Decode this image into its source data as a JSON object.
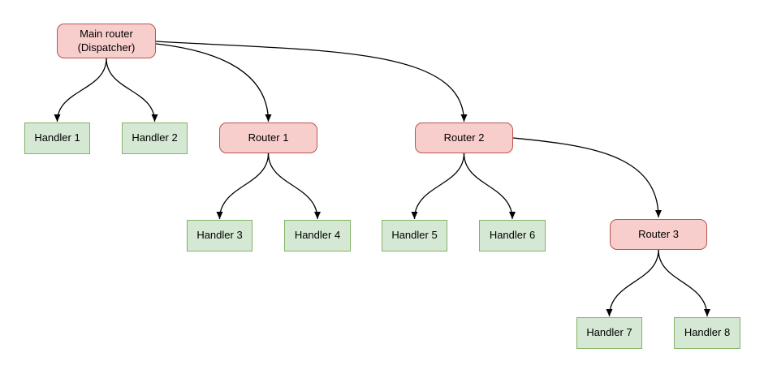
{
  "diagram": {
    "background": "#ffffff",
    "colors": {
      "background": "#ffffff",
      "router_fill": "#f8cecc",
      "router_border": "#b85450",
      "handler_fill": "#d5e8d4",
      "handler_border": "#82b366",
      "edge": "#000000"
    },
    "nodes": {
      "main_router": {
        "type": "router",
        "label_line1": "Main router",
        "label_line2": "(Dispatcher)"
      },
      "router1": {
        "type": "router",
        "label": "Router 1"
      },
      "router2": {
        "type": "router",
        "label": "Router 2"
      },
      "router3": {
        "type": "router",
        "label": "Router 3"
      },
      "handler1": {
        "type": "handler",
        "label": "Handler 1"
      },
      "handler2": {
        "type": "handler",
        "label": "Handler 2"
      },
      "handler3": {
        "type": "handler",
        "label": "Handler 3"
      },
      "handler4": {
        "type": "handler",
        "label": "Handler 4"
      },
      "handler5": {
        "type": "handler",
        "label": "Handler 5"
      },
      "handler6": {
        "type": "handler",
        "label": "Handler 6"
      },
      "handler7": {
        "type": "handler",
        "label": "Handler 7"
      },
      "handler8": {
        "type": "handler",
        "label": "Handler 8"
      }
    },
    "edges": [
      {
        "from": "main_router",
        "to": "handler1"
      },
      {
        "from": "main_router",
        "to": "handler2"
      },
      {
        "from": "main_router",
        "to": "router1"
      },
      {
        "from": "main_router",
        "to": "router2"
      },
      {
        "from": "router1",
        "to": "handler3"
      },
      {
        "from": "router1",
        "to": "handler4"
      },
      {
        "from": "router2",
        "to": "handler5"
      },
      {
        "from": "router2",
        "to": "handler6"
      },
      {
        "from": "router2",
        "to": "router3"
      },
      {
        "from": "router3",
        "to": "handler7"
      },
      {
        "from": "router3",
        "to": "handler8"
      }
    ]
  }
}
